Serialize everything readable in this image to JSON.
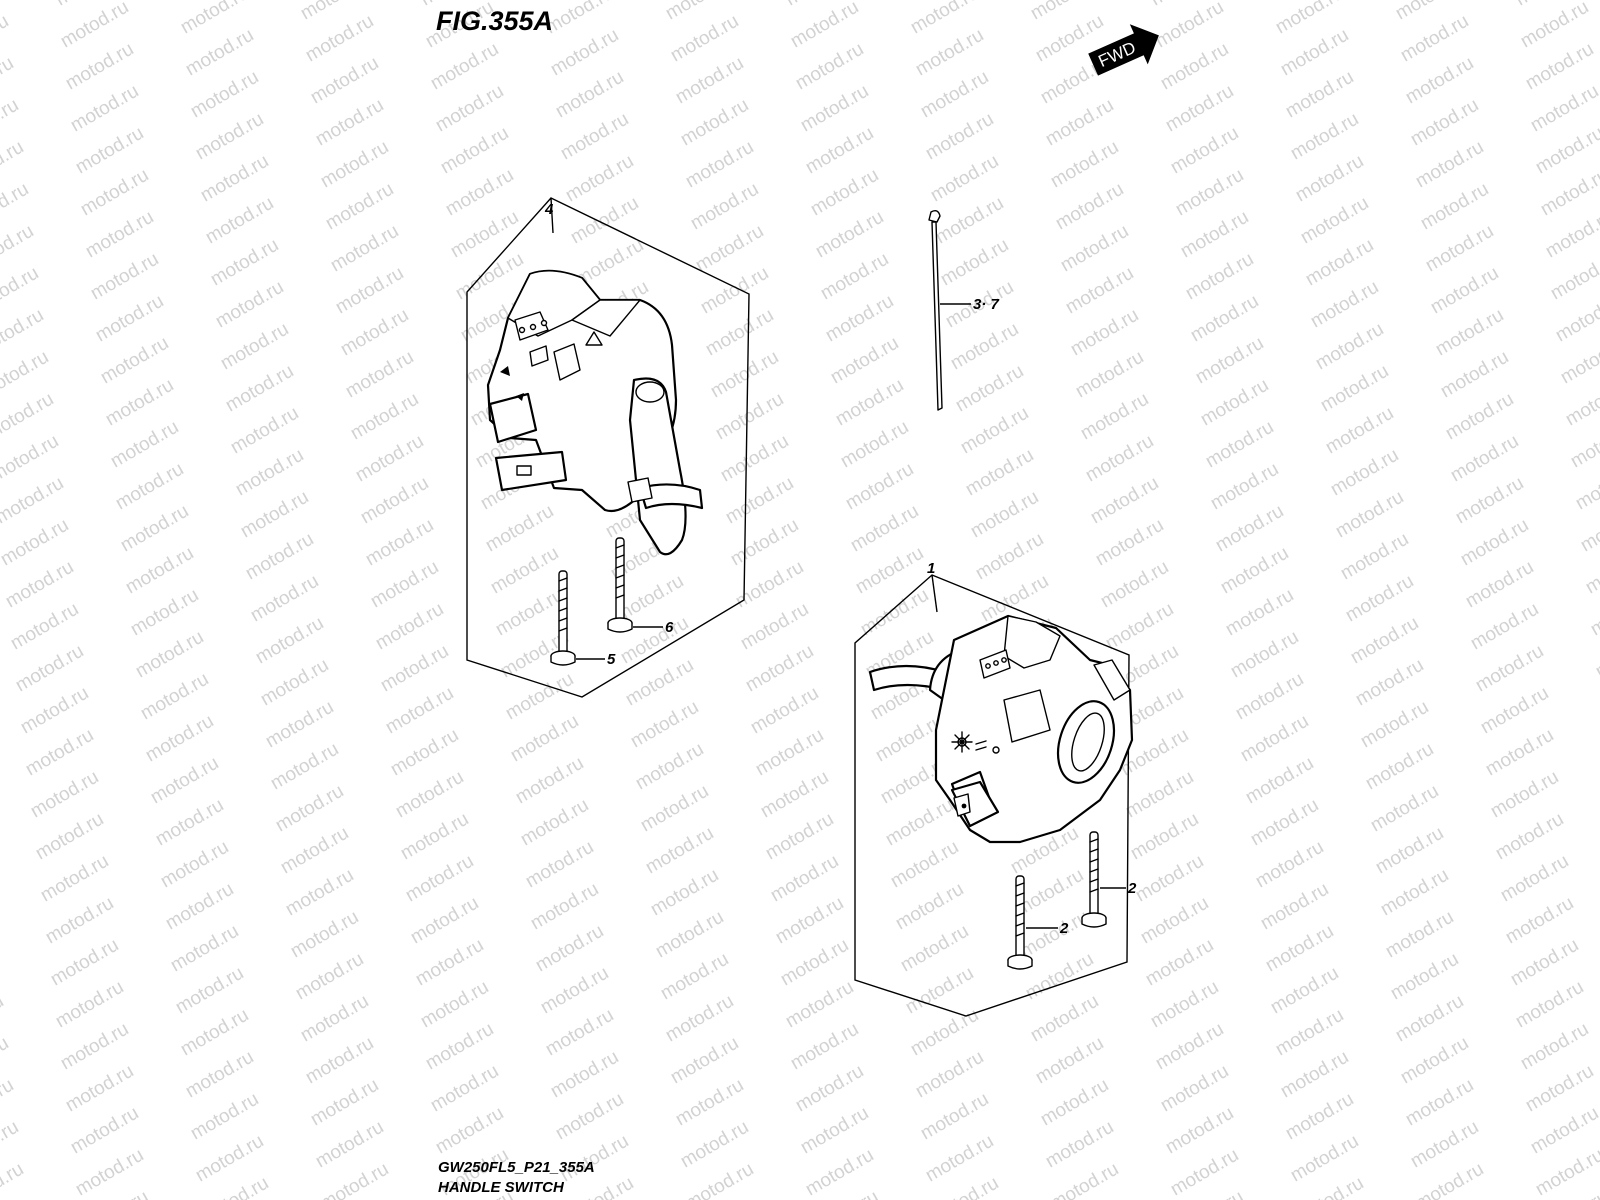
{
  "figure": {
    "title": "FIG.355A",
    "fwd_label": "FWD",
    "footer_code": "GW250FL5_P21_355A",
    "footer_name": "HANDLE SWITCH"
  },
  "watermark": "motod.ru",
  "callouts": {
    "left_switch": "4",
    "cable_tie": "3· 7",
    "left_screw_a": "5",
    "left_screw_b": "6",
    "right_switch": "1",
    "right_screw_a": "2",
    "right_screw_b": "2"
  }
}
